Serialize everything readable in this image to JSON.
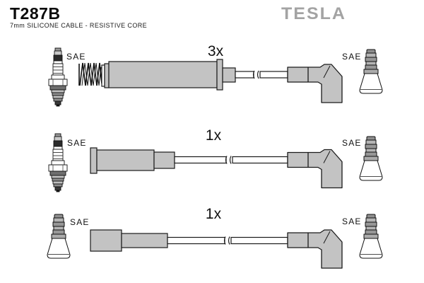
{
  "header": {
    "part_number": "T287B",
    "subtitle": "7mm SILICONE CABLE - RESISTIVE CORE",
    "brand_logo": "TESLA"
  },
  "colors": {
    "background": "#ffffff",
    "boot_gray": "#c3c3c3",
    "terminal_gray": "#a8a8a8",
    "outline": "#1a1a1a",
    "logo_gray": "#a3a3a3"
  },
  "diagram": {
    "rows": [
      {
        "quantity": "3x",
        "left_icon": "spark-plug",
        "left_label": "SAE",
        "right_icon": "sae-cone-terminal",
        "right_label": "SAE"
      },
      {
        "quantity": "1x",
        "left_icon": "spark-plug",
        "left_label": "SAE",
        "right_icon": "sae-cone-terminal",
        "right_label": "SAE"
      },
      {
        "quantity": "1x",
        "left_icon": "sae-cone-terminal",
        "left_label": "SAE",
        "right_icon": "sae-cone-terminal",
        "right_label": "SAE"
      }
    ]
  }
}
